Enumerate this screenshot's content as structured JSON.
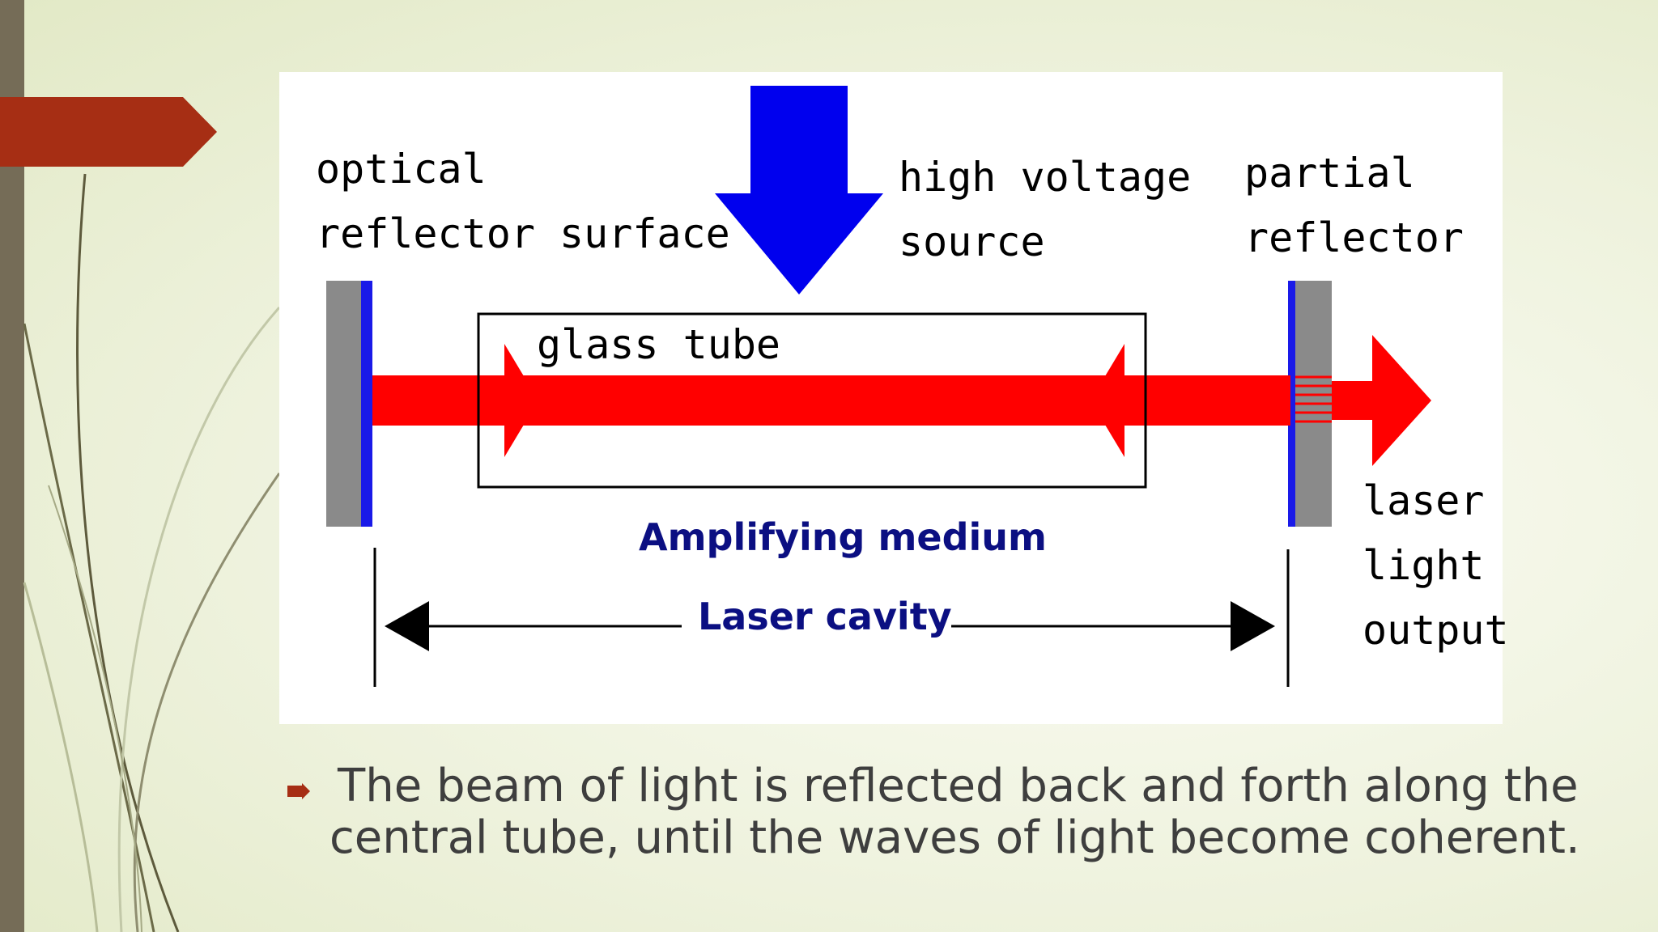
{
  "slide": {
    "colors": {
      "background": "#eef2dd",
      "left_bar": "#756c57",
      "tab": "#a62e14",
      "bullet": "#a62e14",
      "beam": "#ff0000",
      "arrow_blue": "#0000ee",
      "label_navy": "#0b0f82",
      "mirror_gray": "#8a8a8a"
    },
    "diagram": {
      "labels": {
        "optical_line1": "optical",
        "optical_line2": "reflector surface",
        "hv_line1": "high voltage",
        "hv_line2": "source",
        "partial_line1": "partial",
        "partial_line2": "reflector",
        "glass_tube": "glass tube",
        "amplifying_medium": "Amplifying medium",
        "laser_cavity": "Laser cavity",
        "output_line1": "laser",
        "output_line2": "light",
        "output_line3": "output"
      }
    },
    "bullet": {
      "icon": "arrow-bullet-icon",
      "text": "The beam of light is reflected back and forth along the central tube, until the waves of light become coherent."
    }
  }
}
